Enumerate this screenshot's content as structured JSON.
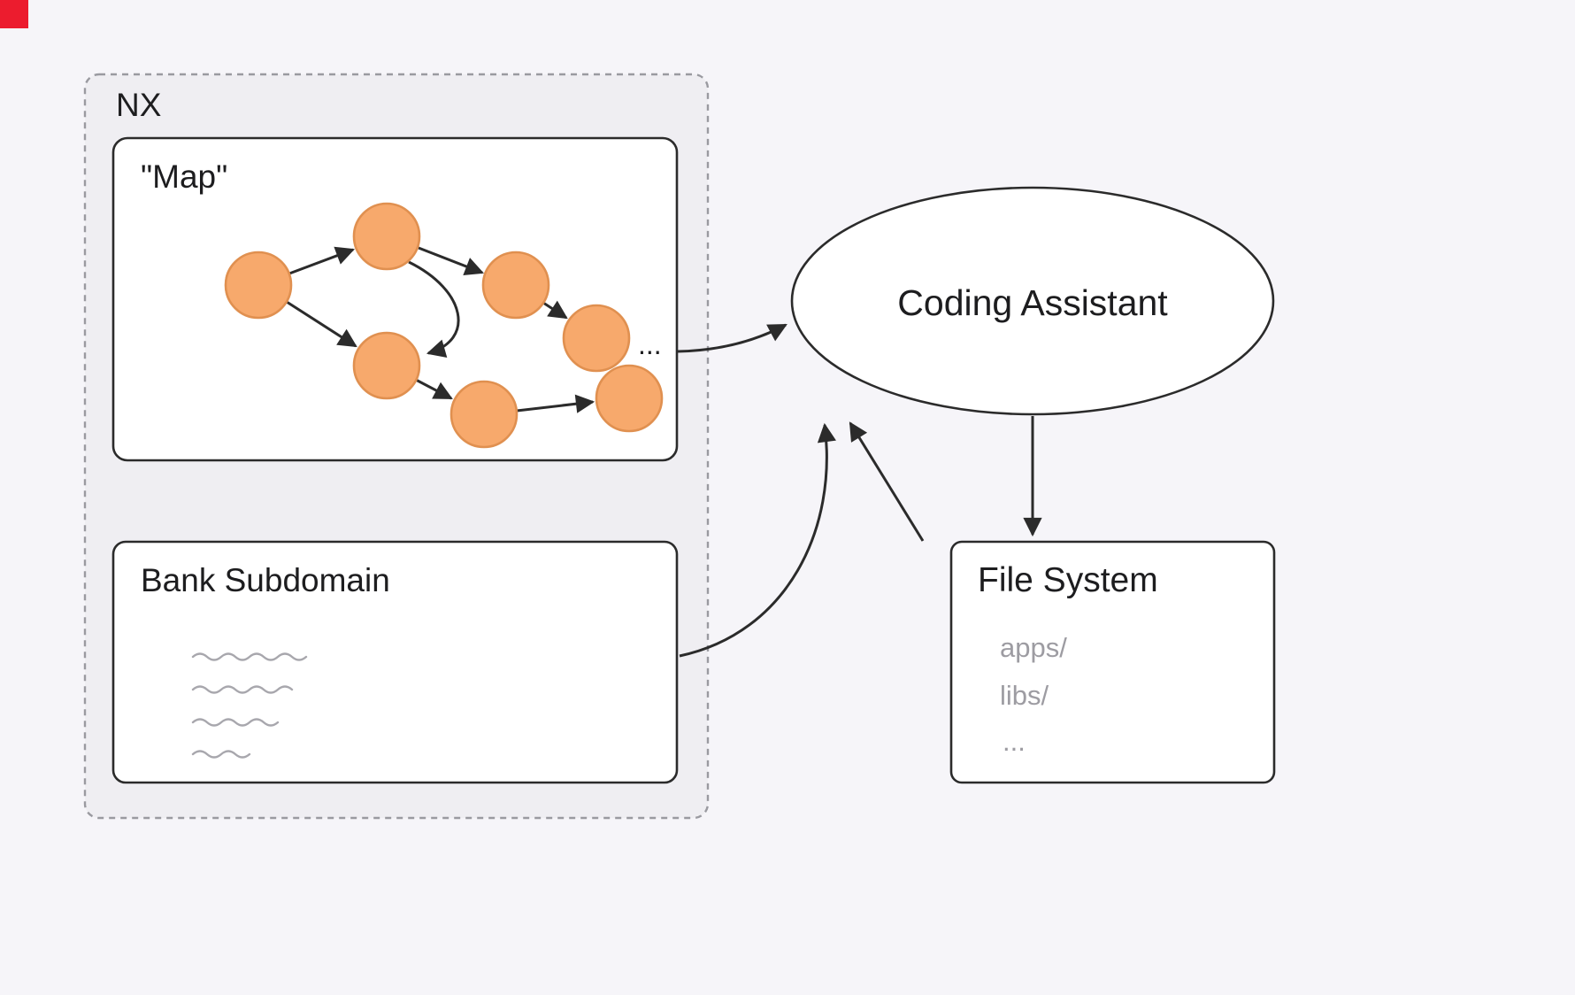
{
  "canvas": {
    "background": "#f6f5f9"
  },
  "colors": {
    "node_fill": "#f7a96c",
    "node_stroke": "#e09050",
    "line": "#2b2b2b",
    "muted_text": "#9d9ca2",
    "container_fill": "#efeef2",
    "container_border": "#9a9aa0",
    "corner_marker": "#ec1c2e"
  },
  "nx_container": {
    "label": "NX"
  },
  "map_box": {
    "label": "\"Map\"",
    "ellipsis": "..."
  },
  "bank_box": {
    "label": "Bank Subdomain"
  },
  "assistant": {
    "label": "Coding Assistant"
  },
  "file_system": {
    "label": "File System",
    "entries": [
      "apps/",
      "libs/",
      "..."
    ]
  }
}
